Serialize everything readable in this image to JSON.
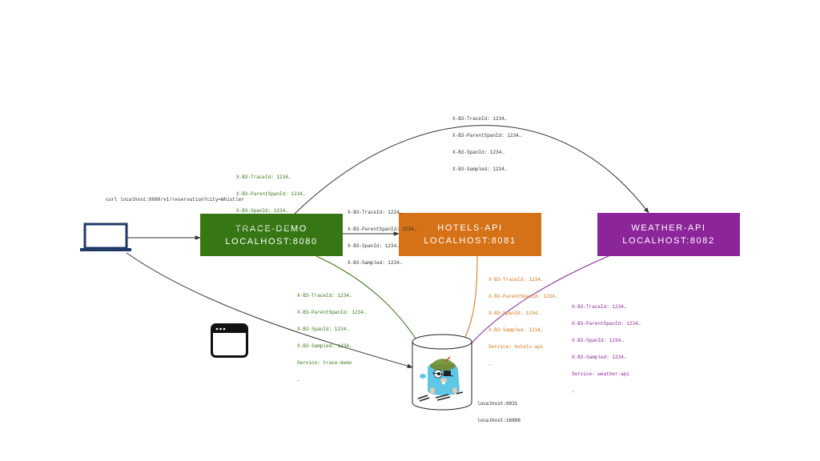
{
  "curl_command": "curl localhost:8080/v1/reservation?city=Whistler",
  "colors": {
    "trace_demo": "#377615",
    "hotels_api": "#d57116",
    "weather_api": "#8c249a",
    "laptop": "#1f3a68",
    "arrow": "#333333"
  },
  "services": {
    "trace_demo": {
      "name": "TRACE-DEMO",
      "host": "LOCALHOST:8080"
    },
    "hotels_api": {
      "name": "HOTELS-API",
      "host": "LOCALHOST:8081"
    },
    "weather_api": {
      "name": "WEATHER-API",
      "host": "LOCALHOST:8082"
    }
  },
  "headers": {
    "client_to_trace": {
      "lines": [
        "X-B3-TraceId: 1234…",
        "X-B3-ParentSpanId: 1234…",
        "X-B3-SpanId: 1234…",
        "X-B3-Sampled: 1234…"
      ]
    },
    "trace_to_weather": {
      "lines": [
        "X-B3-TraceId: 1234…",
        "X-B3-ParentSpanId: 1234…",
        "X-B3-SpanId: 1234…",
        "X-B3-Sampled: 1234…"
      ]
    },
    "trace_to_hotels": {
      "lines": [
        "X-B3-TraceId: 1234…",
        "X-B3-ParentSpanId: 1234…",
        "X-B3-SpanId: 1234…",
        "X-B3-Sampled: 1234…"
      ]
    },
    "trace_span": {
      "lines": [
        "X-B3-TraceId: 1234…",
        "X-B3-ParentSpanId: 1234…",
        "X-B3-SpanId: 1234…",
        "X-B3-Sampled: 1234…",
        "Service: trace-demo",
        "…"
      ]
    },
    "hotels_span": {
      "lines": [
        "X-B3-TraceId: 1234…",
        "X-B3-ParentSpanId: 1234…",
        "X-B3-SpanId: 1234…",
        "X-B3-Sampled: 1234…",
        "Service: hotels-api",
        "…"
      ]
    },
    "weather_span": {
      "lines": [
        "X-B3-TraceId: 1234…",
        "X-B3-ParentSpanId: 1234…",
        "X-B3-SpanId: 1234…",
        "X-B3-Sampled: 1234…",
        "Service: weather-api",
        "…"
      ]
    }
  },
  "collector": {
    "lines": [
      "localhost:6831",
      "localhost:16686"
    ]
  },
  "icons": {
    "client": "laptop-icon",
    "browser": "browser-window-icon",
    "collector": "jaeger-gopher-icon"
  }
}
